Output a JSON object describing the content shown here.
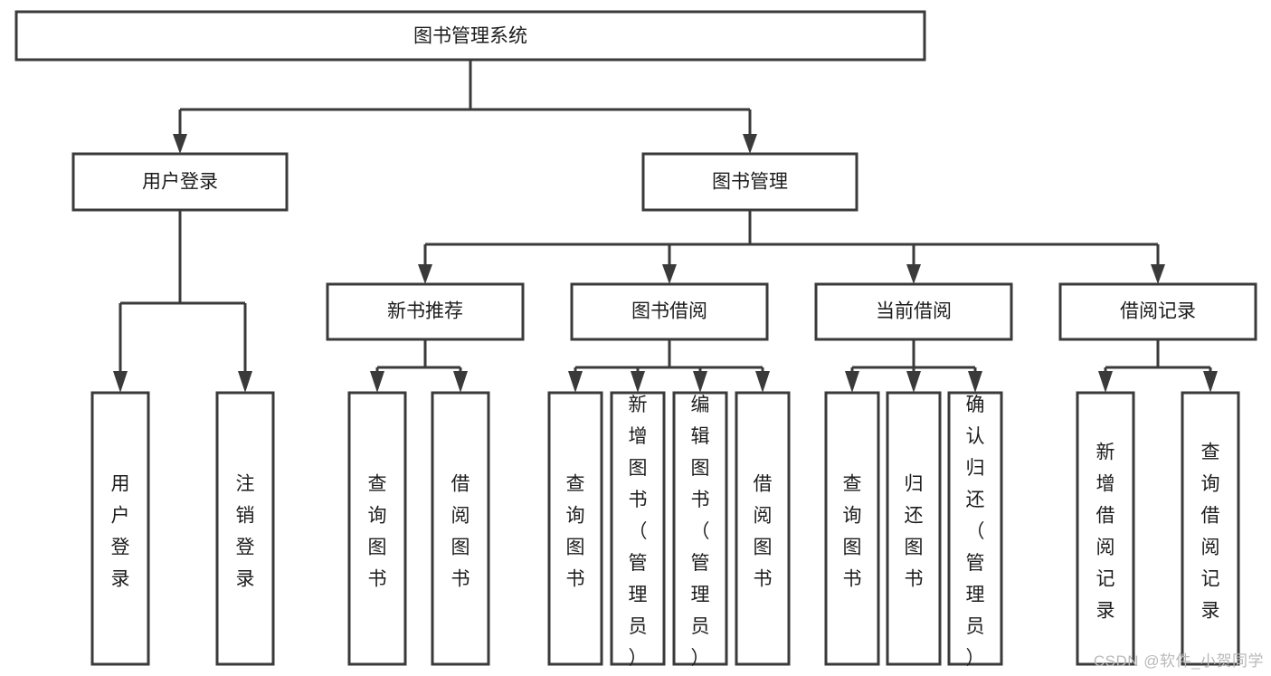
{
  "diagram": {
    "kind": "tree-hierarchy-chart",
    "title_text": "图书管理系统",
    "watermark": "CSDN @软件_小贺同学",
    "colors": {
      "box_stroke": "#3a3a3a",
      "box_fill": "#ffffff",
      "text": "#1c1c1c",
      "background": "#ffffff",
      "watermark": "#b9b9b9"
    },
    "nodes": {
      "root": {
        "label": "图书管理系统",
        "orientation": "horizontal"
      },
      "level2": [
        {
          "id": "user-login",
          "label": "用户登录",
          "orientation": "horizontal"
        },
        {
          "id": "book-manage",
          "label": "图书管理",
          "orientation": "horizontal"
        }
      ],
      "level3": [
        {
          "id": "new-book-recommend",
          "label": "新书推荐",
          "orientation": "horizontal"
        },
        {
          "id": "book-borrow",
          "label": "图书借阅",
          "orientation": "horizontal"
        },
        {
          "id": "current-borrow",
          "label": "当前借阅",
          "orientation": "horizontal"
        },
        {
          "id": "borrow-record",
          "label": "借阅记录",
          "orientation": "horizontal"
        }
      ],
      "leaves": [
        {
          "id": "leaf-user-login",
          "label": "用户登录",
          "orientation": "vertical",
          "parent": "user-login"
        },
        {
          "id": "leaf-logout",
          "label": "注销登录",
          "orientation": "vertical",
          "parent": "user-login"
        },
        {
          "id": "leaf-query-book-1",
          "label": "查询图书",
          "orientation": "vertical",
          "parent": "new-book-recommend"
        },
        {
          "id": "leaf-borrow-book-1",
          "label": "借阅图书",
          "orientation": "vertical",
          "parent": "new-book-recommend"
        },
        {
          "id": "leaf-query-book-2",
          "label": "查询图书",
          "orientation": "vertical",
          "parent": "book-borrow"
        },
        {
          "id": "leaf-add-book",
          "label": "新增图书（管理员）",
          "orientation": "vertical",
          "parent": "book-borrow"
        },
        {
          "id": "leaf-edit-book",
          "label": "编辑图书（管理员）",
          "orientation": "vertical",
          "parent": "book-borrow"
        },
        {
          "id": "leaf-borrow-book-2",
          "label": "借阅图书",
          "orientation": "vertical",
          "parent": "book-borrow"
        },
        {
          "id": "leaf-query-book-3",
          "label": "查询图书",
          "orientation": "vertical",
          "parent": "current-borrow"
        },
        {
          "id": "leaf-return-book",
          "label": "归还图书",
          "orientation": "vertical",
          "parent": "current-borrow"
        },
        {
          "id": "leaf-confirm-return",
          "label": "确认归还（管理员）",
          "orientation": "vertical",
          "parent": "current-borrow"
        },
        {
          "id": "leaf-add-record",
          "label": "新增借阅记录",
          "orientation": "vertical",
          "parent": "borrow-record"
        },
        {
          "id": "leaf-query-record",
          "label": "查询借阅记录",
          "orientation": "vertical",
          "parent": "borrow-record"
        }
      ]
    }
  }
}
